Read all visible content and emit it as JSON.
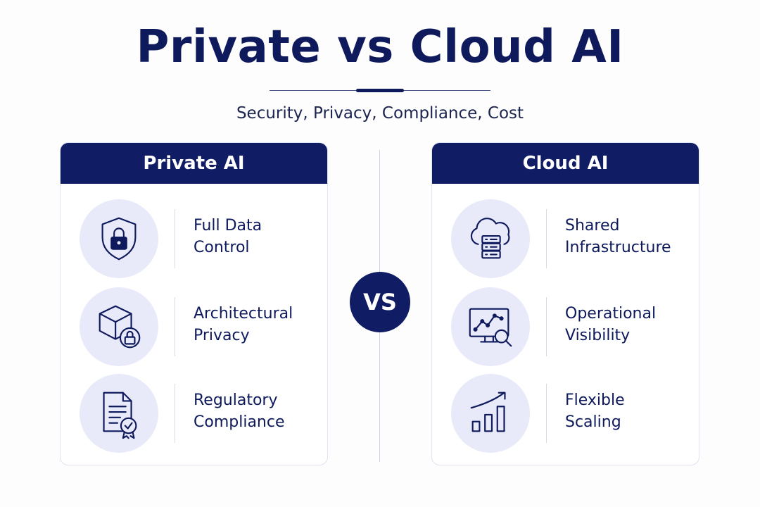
{
  "title": "Private vs Cloud AI",
  "subtitle": "Security, Privacy, Compliance, Cost",
  "vs_label": "VS",
  "colors": {
    "navy": "#101c63",
    "icon_bg": "#e8eafa",
    "card_border": "#dfe3f2"
  },
  "left": {
    "header": "Private AI",
    "items": [
      {
        "line1": "Full Data",
        "line2": "Control",
        "icon": "shield-lock-icon"
      },
      {
        "line1": "Architectural",
        "line2": "Privacy",
        "icon": "cube-lock-icon"
      },
      {
        "line1": "Regulatory",
        "line2": "Compliance",
        "icon": "document-check-icon"
      }
    ]
  },
  "right": {
    "header": "Cloud AI",
    "items": [
      {
        "line1": "Shared",
        "line2": "Infrastructure",
        "icon": "cloud-server-icon"
      },
      {
        "line1": "Operational",
        "line2": "Visibility",
        "icon": "monitor-search-icon"
      },
      {
        "line1": "Flexible",
        "line2": "Scaling",
        "icon": "growth-chart-icon"
      }
    ]
  }
}
